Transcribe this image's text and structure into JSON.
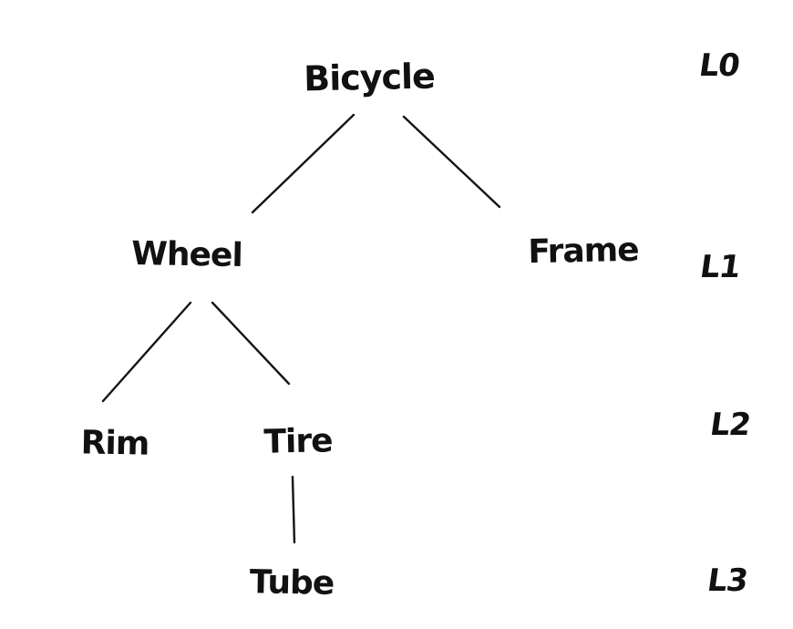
{
  "diagram": {
    "type": "tree",
    "nodes": {
      "bicycle": {
        "label": "Bicycle",
        "level": "L0"
      },
      "wheel": {
        "label": "Wheel",
        "level": "L1"
      },
      "frame": {
        "label": "Frame",
        "level": "L1"
      },
      "rim": {
        "label": "Rim",
        "level": "L2"
      },
      "tire": {
        "label": "Tire",
        "level": "L2"
      },
      "tube": {
        "label": "Tube",
        "level": "L3"
      }
    },
    "edges": [
      {
        "from": "Bicycle",
        "to": "Wheel"
      },
      {
        "from": "Bicycle",
        "to": "Frame"
      },
      {
        "from": "Wheel",
        "to": "Rim"
      },
      {
        "from": "Wheel",
        "to": "Tire"
      },
      {
        "from": "Tire",
        "to": "Tube"
      }
    ],
    "level_labels": {
      "l0": "L0",
      "l1": "L1",
      "l2": "L2",
      "l3": "L3"
    },
    "colors": {
      "ink": "#141414",
      "background": "#ffffff"
    }
  }
}
